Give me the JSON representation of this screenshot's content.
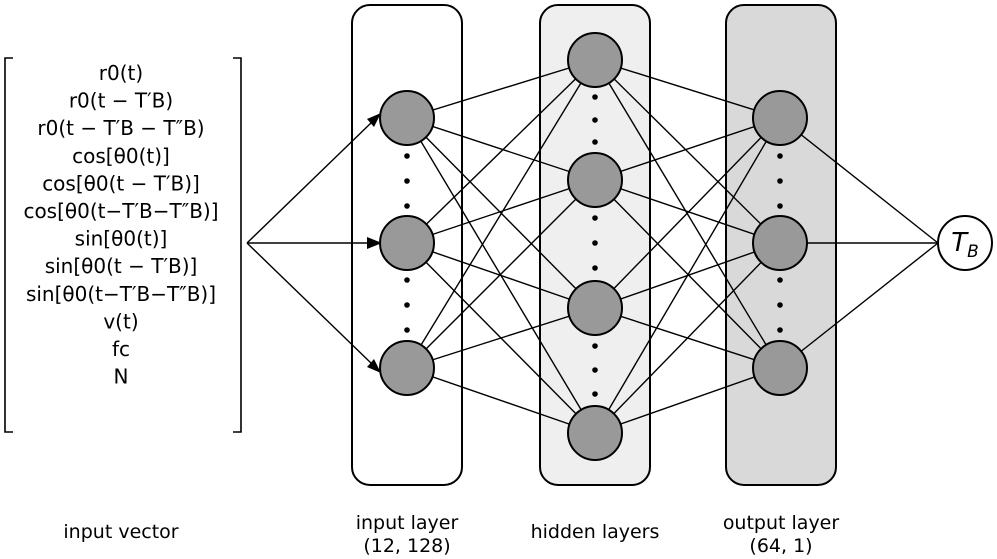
{
  "input_vector": {
    "label": "input vector",
    "entries": [
      "r0(t)",
      "r0(t − T′B)",
      "r0(t − T′B − T″B)",
      "cos[θ0(t)]",
      "cos[θ0(t − T′B)]",
      "cos[θ0(t−T′B−T″B)]",
      "sin[θ0(t)]",
      "sin[θ0(t − T′B)]",
      "sin[θ0(t−T′B−T″B)]",
      "v(t)",
      "fc",
      "N"
    ]
  },
  "layers": {
    "input": {
      "title": "input layer",
      "shape": "(12, 128)",
      "fill": "#ffffff"
    },
    "hidden": {
      "title": "hidden layers",
      "fill": "#efefef"
    },
    "output": {
      "title": "output layer",
      "shape": "(64, 1)",
      "fill": "#d9d9d9"
    }
  },
  "output_node": {
    "label": "TB"
  },
  "colors": {
    "node": "#999999",
    "stroke": "#000000"
  }
}
